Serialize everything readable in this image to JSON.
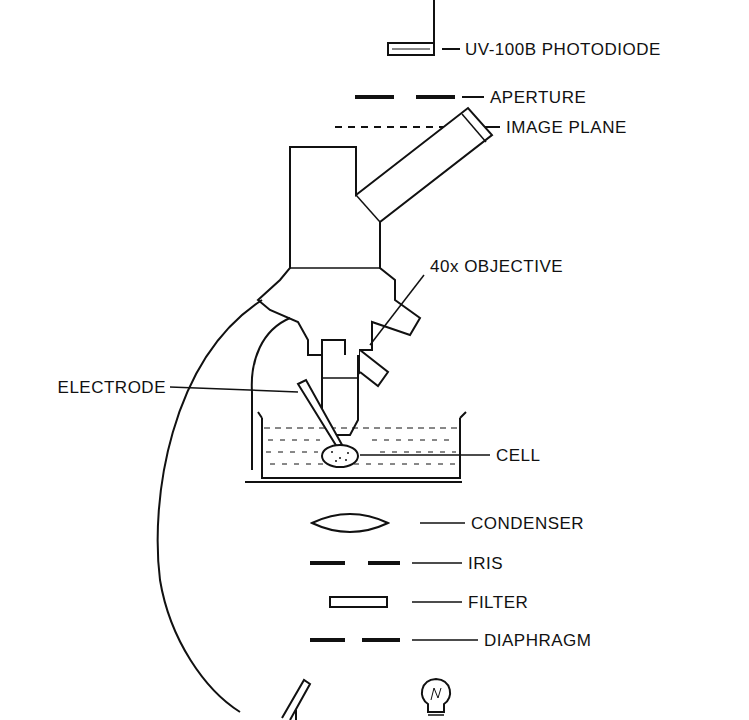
{
  "diagram": {
    "labels": [
      "UV-100B PHOTODIODE",
      "APERTURE",
      "IMAGE PLANE",
      "40x OBJECTIVE",
      "ELECTRODE",
      "CELL",
      "CONDENSER",
      "IRIS",
      "FILTER",
      "DIAPHRAGM"
    ]
  }
}
